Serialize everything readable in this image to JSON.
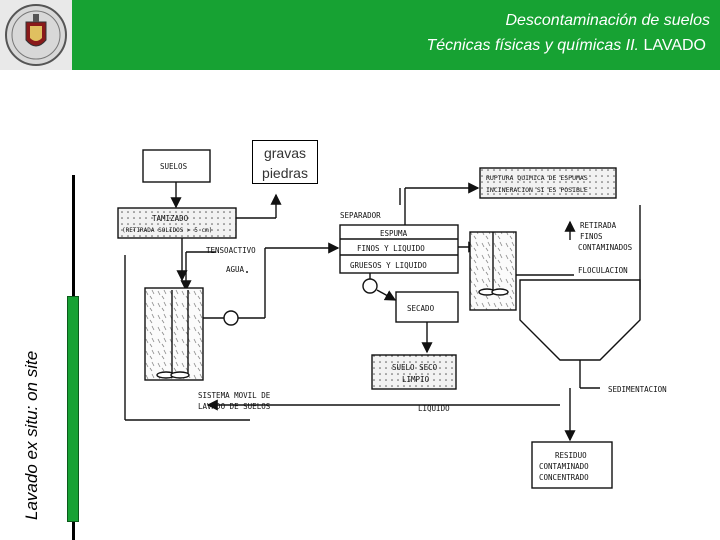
{
  "header": {
    "title_line1": "Descontaminación de suelos",
    "title_line2": "Técnicas físicas y químicas II.",
    "title_line2_bold": "LAVADO",
    "logo_icon": "university-crest-icon",
    "color": "#17a233"
  },
  "side_title": "Lavado ex situ: on site",
  "callout": {
    "line1": "gravas",
    "line2": "piedras"
  },
  "diagram": {
    "suelos": "SUELOS",
    "tamizado": "TAMIZADO",
    "tamizado_sub": "(RETIRADA SOLIDOS > 5 cm)",
    "tensoactivo": "TENSOACTIVO",
    "agua": "AGUA",
    "sistema_l1": "SISTEMA MOVIL DE",
    "sistema_l2": "LAVADO DE SUELOS",
    "separador": "SEPARADOR",
    "espuma": "ESPUMA",
    "finos": "FINOS Y LIQUIDO",
    "gruesos": "GRUESOS Y LIQUIDO",
    "ruptura_l1": "RUPTURA QUIMICA DE ESPUMAS",
    "ruptura_l2": "INCINERACION SI ES POSIBLE",
    "retirada_l1": "RETIRADA",
    "retirada_l2": "FINOS",
    "retirada_l3": "CONTAMINADOS",
    "floculacion": "FLOCULACION",
    "secado": "SECADO",
    "suelo_seco_l1": "SUELO SECO",
    "suelo_seco_l2": "LIMPIO",
    "sedimentacion": "SEDIMENTACION",
    "liquido": "LIQUIDO",
    "residuo_l1": "RESIDUO",
    "residuo_l2": "CONTAMINADO",
    "residuo_l3": "CONCENTRADO"
  }
}
